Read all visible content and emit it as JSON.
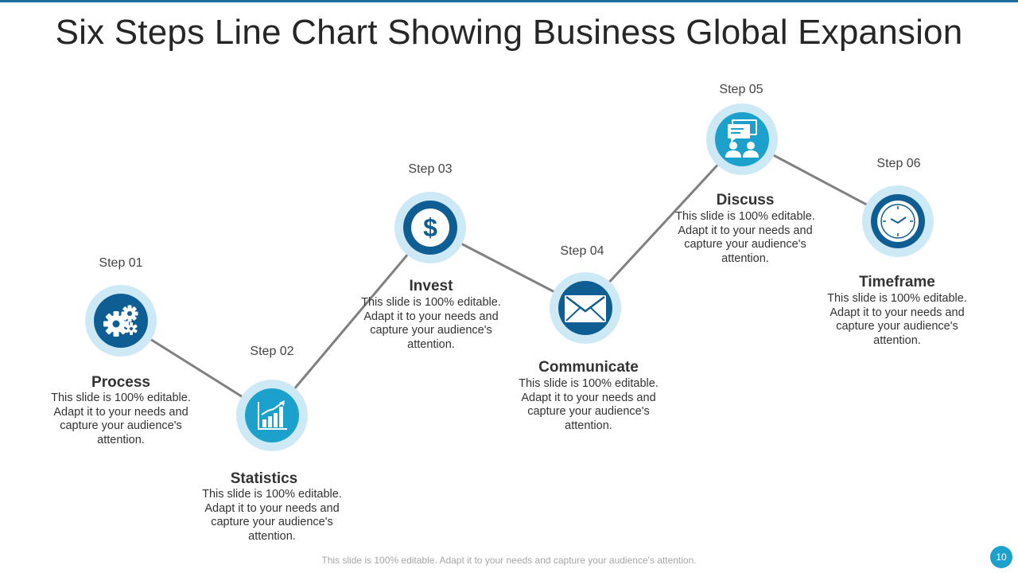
{
  "title": "Six Steps Line Chart Showing Business Global Expansion",
  "footer": "This slide is 100% editable. Adapt it to your needs and capture your audience's attention.",
  "page_number": "10",
  "colors": {
    "accent_dark": "#0f5e93",
    "accent_light": "#1ba1cc",
    "ring": "#cde9f6",
    "connector": "#808080"
  },
  "steps": [
    {
      "step_label": "Step 01",
      "heading": "Process",
      "description": "This slide is 100% editable. Adapt it to your needs and capture your audience's attention.",
      "icon": "gears-icon"
    },
    {
      "step_label": "Step 02",
      "heading": "Statistics",
      "description": "This slide is 100% editable. Adapt it to your needs and capture your audience's attention.",
      "icon": "bar-chart-icon"
    },
    {
      "step_label": "Step 03",
      "heading": "Invest",
      "description": "This slide is 100% editable. Adapt it to your needs and capture your audience's attention.",
      "icon": "dollar-icon"
    },
    {
      "step_label": "Step 04",
      "heading": "Communicate",
      "description": "This slide is 100% editable. Adapt it to your needs and capture your audience's attention.",
      "icon": "envelope-icon"
    },
    {
      "step_label": "Step 05",
      "heading": "Discuss",
      "description": "This slide is 100% editable. Adapt it to your needs and capture your audience's attention.",
      "icon": "discussion-icon"
    },
    {
      "step_label": "Step 06",
      "heading": "Timeframe",
      "description": "This slide is 100% editable. Adapt it to your needs and capture your audience's attention.",
      "icon": "clock-icon"
    }
  ]
}
